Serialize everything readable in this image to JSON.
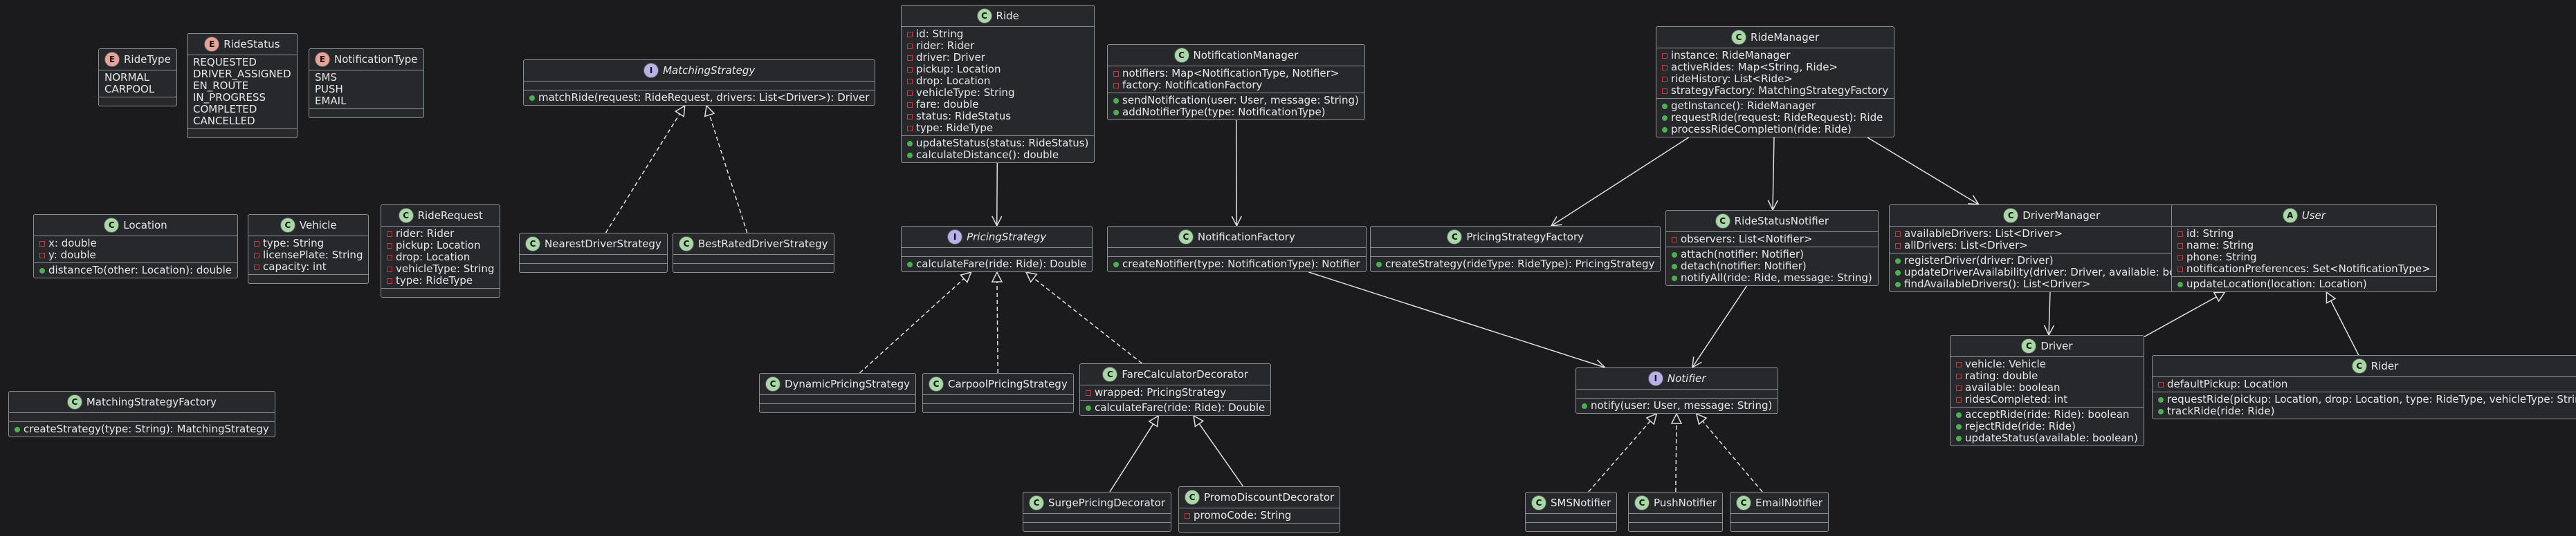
{
  "classes": {
    "RideType": {
      "stereo": "E",
      "name": "RideType",
      "italic": false,
      "fields": [
        {
          "v": "none",
          "t": "NORMAL"
        },
        {
          "v": "none",
          "t": "CARPOOL"
        }
      ],
      "methods": []
    },
    "RideStatus": {
      "stereo": "E",
      "name": "RideStatus",
      "italic": false,
      "fields": [
        {
          "v": "none",
          "t": "REQUESTED"
        },
        {
          "v": "none",
          "t": "DRIVER_ASSIGNED"
        },
        {
          "v": "none",
          "t": "EN_ROUTE"
        },
        {
          "v": "none",
          "t": "IN_PROGRESS"
        },
        {
          "v": "none",
          "t": "COMPLETED"
        },
        {
          "v": "none",
          "t": "CANCELLED"
        }
      ],
      "methods": []
    },
    "NotificationType": {
      "stereo": "E",
      "name": "NotificationType",
      "italic": false,
      "fields": [
        {
          "v": "none",
          "t": "SMS"
        },
        {
          "v": "none",
          "t": "PUSH"
        },
        {
          "v": "none",
          "t": "EMAIL"
        }
      ],
      "methods": []
    },
    "MatchingStrategy": {
      "stereo": "I",
      "name": "MatchingStrategy",
      "italic": true,
      "fields": [],
      "methods": [
        {
          "v": "pub",
          "t": "matchRide(request: RideRequest, drivers: List<Driver>): Driver"
        }
      ]
    },
    "Ride": {
      "stereo": "C",
      "name": "Ride",
      "italic": false,
      "fields": [
        {
          "v": "priv",
          "t": "id: String"
        },
        {
          "v": "priv",
          "t": "rider: Rider"
        },
        {
          "v": "priv",
          "t": "driver: Driver"
        },
        {
          "v": "priv",
          "t": "pickup: Location"
        },
        {
          "v": "priv",
          "t": "drop: Location"
        },
        {
          "v": "priv",
          "t": "vehicleType: String"
        },
        {
          "v": "priv",
          "t": "fare: double"
        },
        {
          "v": "priv",
          "t": "status: RideStatus"
        },
        {
          "v": "priv",
          "t": "type: RideType"
        }
      ],
      "methods": [
        {
          "v": "pub",
          "t": "updateStatus(status: RideStatus)"
        },
        {
          "v": "pub",
          "t": "calculateDistance(): double"
        }
      ]
    },
    "NotificationManager": {
      "stereo": "C",
      "name": "NotificationManager",
      "italic": false,
      "fields": [
        {
          "v": "priv",
          "t": "notifiers: Map<NotificationType, Notifier>"
        },
        {
          "v": "priv",
          "t": "factory: NotificationFactory"
        }
      ],
      "methods": [
        {
          "v": "pub",
          "t": "sendNotification(user: User, message: String)"
        },
        {
          "v": "pub",
          "t": "addNotifierType(type: NotificationType)"
        }
      ]
    },
    "RideManager": {
      "stereo": "C",
      "name": "RideManager",
      "italic": false,
      "fields": [
        {
          "v": "priv",
          "t": "instance: RideManager"
        },
        {
          "v": "priv",
          "t": "activeRides: Map<String, Ride>"
        },
        {
          "v": "priv",
          "t": "rideHistory: List<Ride>"
        },
        {
          "v": "priv",
          "t": "strategyFactory: MatchingStrategyFactory"
        }
      ],
      "methods": [
        {
          "v": "pub",
          "t": "getInstance(): RideManager"
        },
        {
          "v": "pub",
          "t": "requestRide(request: RideRequest): Ride"
        },
        {
          "v": "pub",
          "t": "processRideCompletion(ride: Ride)"
        }
      ]
    },
    "Location": {
      "stereo": "C",
      "name": "Location",
      "italic": false,
      "fields": [
        {
          "v": "priv",
          "t": "x: double"
        },
        {
          "v": "priv",
          "t": "y: double"
        }
      ],
      "methods": [
        {
          "v": "pub",
          "t": "distanceTo(other: Location): double"
        }
      ]
    },
    "Vehicle": {
      "stereo": "C",
      "name": "Vehicle",
      "italic": false,
      "fields": [
        {
          "v": "priv",
          "t": "type: String"
        },
        {
          "v": "priv",
          "t": "licensePlate: String"
        },
        {
          "v": "priv",
          "t": "capacity: int"
        }
      ],
      "methods": []
    },
    "RideRequest": {
      "stereo": "C",
      "name": "RideRequest",
      "italic": false,
      "fields": [
        {
          "v": "priv",
          "t": "rider: Rider"
        },
        {
          "v": "priv",
          "t": "pickup: Location"
        },
        {
          "v": "priv",
          "t": "drop: Location"
        },
        {
          "v": "priv",
          "t": "vehicleType: String"
        },
        {
          "v": "priv",
          "t": "type: RideType"
        }
      ],
      "methods": []
    },
    "NearestDriverStrategy": {
      "stereo": "C",
      "name": "NearestDriverStrategy",
      "italic": false,
      "fields": [],
      "methods": []
    },
    "BestRatedDriverStrategy": {
      "stereo": "C",
      "name": "BestRatedDriverStrategy",
      "italic": false,
      "fields": [],
      "methods": []
    },
    "PricingStrategy": {
      "stereo": "I",
      "name": "PricingStrategy",
      "italic": true,
      "fields": [],
      "methods": [
        {
          "v": "pub",
          "t": "calculateFare(ride: Ride): Double"
        }
      ]
    },
    "NotificationFactory": {
      "stereo": "C",
      "name": "NotificationFactory",
      "italic": false,
      "fields": [],
      "methods": [
        {
          "v": "pub",
          "t": "createNotifier(type: NotificationType): Notifier"
        }
      ]
    },
    "PricingStrategyFactory": {
      "stereo": "C",
      "name": "PricingStrategyFactory",
      "italic": false,
      "fields": [],
      "methods": [
        {
          "v": "pub",
          "t": "createStrategy(rideType: RideType): PricingStrategy"
        }
      ]
    },
    "RideStatusNotifier": {
      "stereo": "C",
      "name": "RideStatusNotifier",
      "italic": false,
      "fields": [
        {
          "v": "priv",
          "t": "observers: List<Notifier>"
        }
      ],
      "methods": [
        {
          "v": "pub",
          "t": "attach(notifier: Notifier)"
        },
        {
          "v": "pub",
          "t": "detach(notifier: Notifier)"
        },
        {
          "v": "pub",
          "t": "notifyAll(ride: Ride, message: String)"
        }
      ]
    },
    "DriverManager": {
      "stereo": "C",
      "name": "DriverManager",
      "italic": false,
      "fields": [
        {
          "v": "priv",
          "t": "availableDrivers: List<Driver>"
        },
        {
          "v": "priv",
          "t": "allDrivers: List<Driver>"
        }
      ],
      "methods": [
        {
          "v": "pub",
          "t": "registerDriver(driver: Driver)"
        },
        {
          "v": "pub",
          "t": "updateDriverAvailability(driver: Driver, available: boolean)"
        },
        {
          "v": "pub",
          "t": "findAvailableDrivers(): List<Driver>"
        }
      ]
    },
    "User": {
      "stereo": "A",
      "name": "User",
      "italic": true,
      "fields": [
        {
          "v": "priv",
          "t": "id: String"
        },
        {
          "v": "priv",
          "t": "name: String"
        },
        {
          "v": "priv",
          "t": "phone: String"
        },
        {
          "v": "priv",
          "t": "notificationPreferences: Set<NotificationType>"
        }
      ],
      "methods": [
        {
          "v": "pub",
          "t": "updateLocation(location: Location)"
        }
      ]
    },
    "MatchingStrategyFactory": {
      "stereo": "C",
      "name": "MatchingStrategyFactory",
      "italic": false,
      "fields": [],
      "methods": [
        {
          "v": "pub",
          "t": "createStrategy(type: String): MatchingStrategy"
        }
      ]
    },
    "DynamicPricingStrategy": {
      "stereo": "C",
      "name": "DynamicPricingStrategy",
      "italic": false,
      "fields": [],
      "methods": []
    },
    "CarpoolPricingStrategy": {
      "stereo": "C",
      "name": "CarpoolPricingStrategy",
      "italic": false,
      "fields": [],
      "methods": []
    },
    "FareCalculatorDecorator": {
      "stereo": "C",
      "name": "FareCalculatorDecorator",
      "italic": false,
      "fields": [
        {
          "v": "priv",
          "t": "wrapped: PricingStrategy"
        }
      ],
      "methods": [
        {
          "v": "pub",
          "t": "calculateFare(ride: Ride): Double"
        }
      ]
    },
    "Notifier": {
      "stereo": "I",
      "name": "Notifier",
      "italic": true,
      "fields": [],
      "methods": [
        {
          "v": "pub",
          "t": "notify(user: User, message: String)"
        }
      ]
    },
    "Driver": {
      "stereo": "C",
      "name": "Driver",
      "italic": false,
      "fields": [
        {
          "v": "priv",
          "t": "vehicle: Vehicle"
        },
        {
          "v": "priv",
          "t": "rating: double"
        },
        {
          "v": "priv",
          "t": "available: boolean"
        },
        {
          "v": "priv",
          "t": "ridesCompleted: int"
        }
      ],
      "methods": [
        {
          "v": "pub",
          "t": "acceptRide(ride: Ride): boolean"
        },
        {
          "v": "pub",
          "t": "rejectRide(ride: Ride)"
        },
        {
          "v": "pub",
          "t": "updateStatus(available: boolean)"
        }
      ]
    },
    "Rider": {
      "stereo": "C",
      "name": "Rider",
      "italic": false,
      "fields": [
        {
          "v": "priv",
          "t": "defaultPickup: Location"
        }
      ],
      "methods": [
        {
          "v": "pub",
          "t": "requestRide(pickup: Location, drop: Location, type: RideType, vehicleType: String)"
        },
        {
          "v": "pub",
          "t": "trackRide(ride: Ride)"
        }
      ]
    },
    "SurgePricingDecorator": {
      "stereo": "C",
      "name": "SurgePricingDecorator",
      "italic": false,
      "fields": [],
      "methods": []
    },
    "PromoDiscountDecorator": {
      "stereo": "C",
      "name": "PromoDiscountDecorator",
      "italic": false,
      "fields": [
        {
          "v": "priv",
          "t": "promoCode: String"
        }
      ],
      "methods": []
    },
    "SMSNotifier": {
      "stereo": "C",
      "name": "SMSNotifier",
      "italic": false,
      "fields": [],
      "methods": []
    },
    "PushNotifier": {
      "stereo": "C",
      "name": "PushNotifier",
      "italic": false,
      "fields": [],
      "methods": []
    },
    "EmailNotifier": {
      "stereo": "C",
      "name": "EmailNotifier",
      "italic": false,
      "fields": [],
      "methods": []
    }
  },
  "relations": [
    {
      "from": "NearestDriverStrategy",
      "to": "MatchingStrategy",
      "kind": "realization"
    },
    {
      "from": "BestRatedDriverStrategy",
      "to": "MatchingStrategy",
      "kind": "realization"
    },
    {
      "from": "Ride",
      "to": "PricingStrategy",
      "kind": "association"
    },
    {
      "from": "NotificationManager",
      "to": "NotificationFactory",
      "kind": "association"
    },
    {
      "from": "RideManager",
      "to": "PricingStrategyFactory",
      "kind": "association"
    },
    {
      "from": "RideManager",
      "to": "RideStatusNotifier",
      "kind": "association"
    },
    {
      "from": "RideManager",
      "to": "DriverManager",
      "kind": "association"
    },
    {
      "from": "DynamicPricingStrategy",
      "to": "PricingStrategy",
      "kind": "realization"
    },
    {
      "from": "CarpoolPricingStrategy",
      "to": "PricingStrategy",
      "kind": "realization"
    },
    {
      "from": "FareCalculatorDecorator",
      "to": "PricingStrategy",
      "kind": "realization"
    },
    {
      "from": "NotificationFactory",
      "to": "Notifier",
      "kind": "association"
    },
    {
      "from": "RideStatusNotifier",
      "to": "Notifier",
      "kind": "association"
    },
    {
      "from": "DriverManager",
      "to": "Driver",
      "kind": "association"
    },
    {
      "from": "Driver",
      "to": "User",
      "kind": "inheritance"
    },
    {
      "from": "Rider",
      "to": "User",
      "kind": "inheritance"
    },
    {
      "from": "SurgePricingDecorator",
      "to": "FareCalculatorDecorator",
      "kind": "inheritance"
    },
    {
      "from": "PromoDiscountDecorator",
      "to": "FareCalculatorDecorator",
      "kind": "inheritance"
    },
    {
      "from": "SMSNotifier",
      "to": "Notifier",
      "kind": "realization"
    },
    {
      "from": "PushNotifier",
      "to": "Notifier",
      "kind": "realization"
    },
    {
      "from": "EmailNotifier",
      "to": "Notifier",
      "kind": "realization"
    }
  ]
}
